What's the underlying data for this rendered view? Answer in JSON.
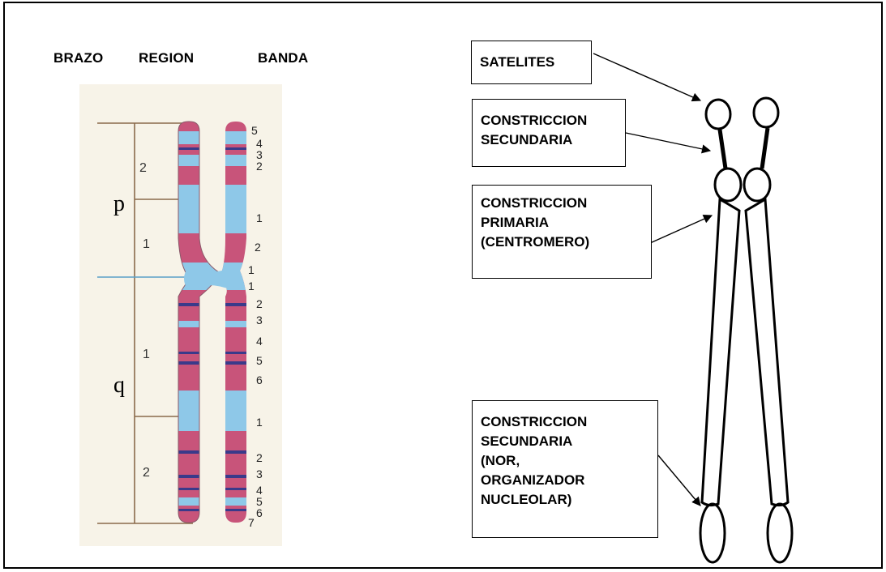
{
  "headers": {
    "arm": "BRAZO",
    "region": "REGION",
    "band": "BANDA"
  },
  "arms": {
    "p": "p",
    "q": "q"
  },
  "regions": {
    "p2": "2",
    "p1": "1",
    "q1": "1",
    "q2": "2"
  },
  "band_numbers": {
    "b5": "5",
    "b4": "4",
    "b3": "3",
    "b2a": "2",
    "b1a": "1",
    "b2b": "2",
    "b1b": "1",
    "b1c": "1",
    "b2c": "2",
    "b3b": "3",
    "b4b": "4",
    "b5b": "5",
    "b6": "6",
    "b1d": "1",
    "b2d": "2",
    "b3c": "3",
    "b4c": "4",
    "b5c": "5",
    "b6b": "6",
    "b7": "7"
  },
  "labels": {
    "satelites": "SATELITES",
    "secondary_constriction": "CONSTRICCION\nSECUNDARIA",
    "primary_constriction": "CONSTRICCION\nPRIMARIA\n(CENTROMERO)",
    "nor_constriction": "CONSTRICCION\nSECUNDARIA\n(NOR,\nORGANIZADOR\nNUCLEOLAR)"
  },
  "colors": {
    "band_pink": "#c8547a",
    "band_blue": "#8ec8e8",
    "band_dark": "#3a3a8a",
    "background_tint": "#f7f3e8"
  }
}
